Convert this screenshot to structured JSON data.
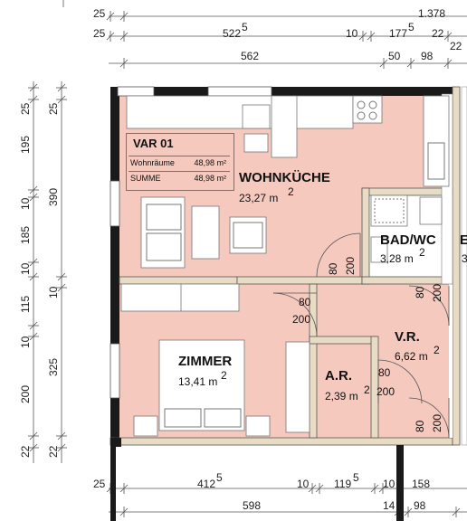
{
  "dimensions": {
    "top_row1": [
      "25",
      "1.378"
    ],
    "top_row2": [
      "25",
      "522",
      "5",
      "10",
      "177",
      "5",
      "22",
      "22"
    ],
    "top_row3": [
      "562",
      "50",
      "98"
    ],
    "left_col1": [
      "25",
      "195",
      "10",
      "185",
      "10",
      "115",
      "10",
      "200",
      "22"
    ],
    "left_col2": [
      "25",
      "390",
      "10",
      "325",
      "22"
    ],
    "bottom_row1": [
      "25",
      "412",
      "5",
      "10",
      "119",
      "5",
      "10",
      "158"
    ],
    "bottom_row2": [
      "598",
      "14",
      "98"
    ]
  },
  "legend": {
    "title": "VAR 01",
    "rows": [
      {
        "label": "Wohnräume",
        "value": "48,98 m²"
      },
      {
        "label": "SUMME",
        "value": "48,98 m²"
      }
    ]
  },
  "rooms": {
    "wohnkueche": {
      "name": "WOHNKÜCHE",
      "area": "23,27 m",
      "sup": "2"
    },
    "bad": {
      "name": "BAD/WC",
      "area": "3,28 m",
      "sup": "2"
    },
    "zimmer": {
      "name": "ZIMMER",
      "area": "13,41 m",
      "sup": "2"
    },
    "vr": {
      "name": "V.R.",
      "area": "6,62 m",
      "sup": "2"
    },
    "ar": {
      "name": "A.R.",
      "area": "2,39 m",
      "sup": "2"
    },
    "edge_letter_1": "E",
    "edge_letter_2": "3"
  },
  "doors": {
    "bad_door": [
      "80",
      "200"
    ],
    "bad_right": [
      "80",
      "200"
    ],
    "zimmer_door": [
      "80",
      "200"
    ],
    "ar_door": [
      "80",
      "200"
    ],
    "vr_bottom": [
      "80",
      "200"
    ]
  },
  "colors": {
    "room_fill": "#f6c9bf",
    "wall": "#1a1a1a",
    "wall_fill": "#e9dcc4"
  }
}
